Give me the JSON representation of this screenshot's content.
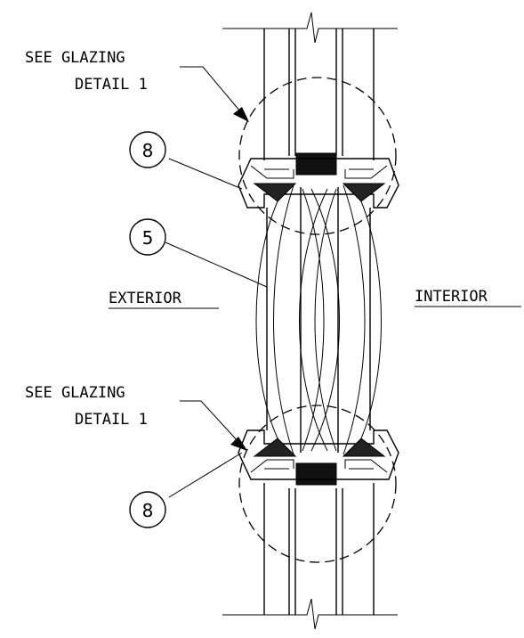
{
  "labels": {
    "see_glazing_top_line1": "SEE GLAZING",
    "see_glazing_top_line2": "DETAIL 1",
    "see_glazing_bottom_line1": "SEE GLAZING",
    "see_glazing_bottom_line2": "DETAIL 1",
    "exterior": "EXTERIOR",
    "interior": "INTERIOR"
  },
  "callouts": {
    "top_gasket": "8",
    "center_glass": "5",
    "bottom_gasket": "8"
  }
}
